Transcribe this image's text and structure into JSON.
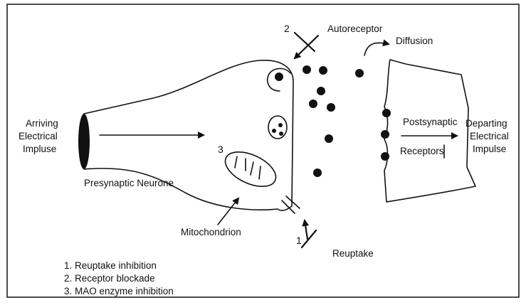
{
  "labels": {
    "arriving": [
      "Arriving",
      "Electrical",
      "Impluse"
    ],
    "departing": [
      "Departing",
      "Electrical",
      "Impulse"
    ],
    "autoreceptor": "Autoreceptor",
    "diffusion": "Diffusion",
    "postsynaptic": "Postsynaptic",
    "receptors": "Receptors",
    "presynaptic_neurone": "Presynaptic Neurone",
    "mitochondrion": "Mitochondrion",
    "reuptake": "Reuptake"
  },
  "markers": {
    "n1": "1",
    "n2": "2",
    "n3": "3"
  },
  "legend": [
    "1. Reuptake inhibition",
    "2. Receptor blockade",
    "3. MAO enzyme inhibition"
  ]
}
